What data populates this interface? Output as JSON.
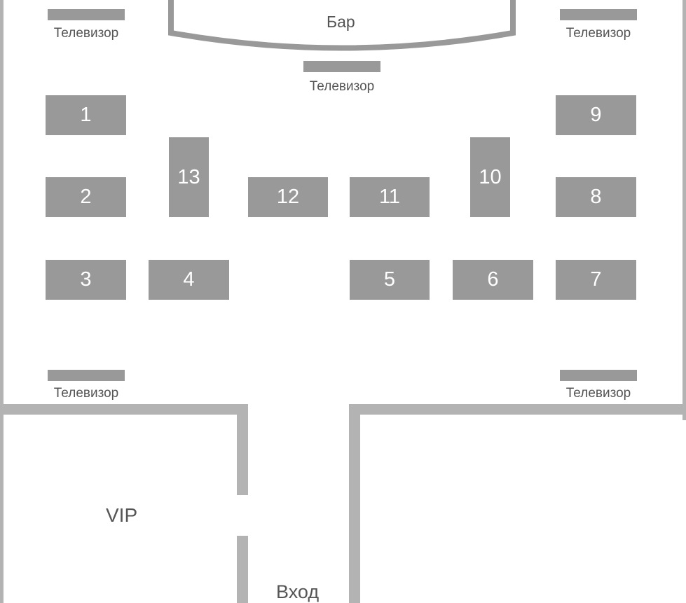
{
  "bar": {
    "label": "Бар"
  },
  "tv": {
    "top_left": "Телевизор",
    "top_right": "Телевизор",
    "bar_center": "Телевизор",
    "bottom_left": "Телевизор",
    "bottom_right": "Телевизор"
  },
  "tables": {
    "t1": "1",
    "t2": "2",
    "t3": "3",
    "t4": "4",
    "t5": "5",
    "t6": "6",
    "t7": "7",
    "t8": "8",
    "t9": "9",
    "t10": "10",
    "t11": "11",
    "t12": "12",
    "t13": "13"
  },
  "rooms": {
    "vip": "VIP",
    "entrance": "Вход"
  },
  "colors": {
    "table": "#999999",
    "wall": "#b3b3b3",
    "text": "#555555",
    "table_text": "#ffffff"
  }
}
